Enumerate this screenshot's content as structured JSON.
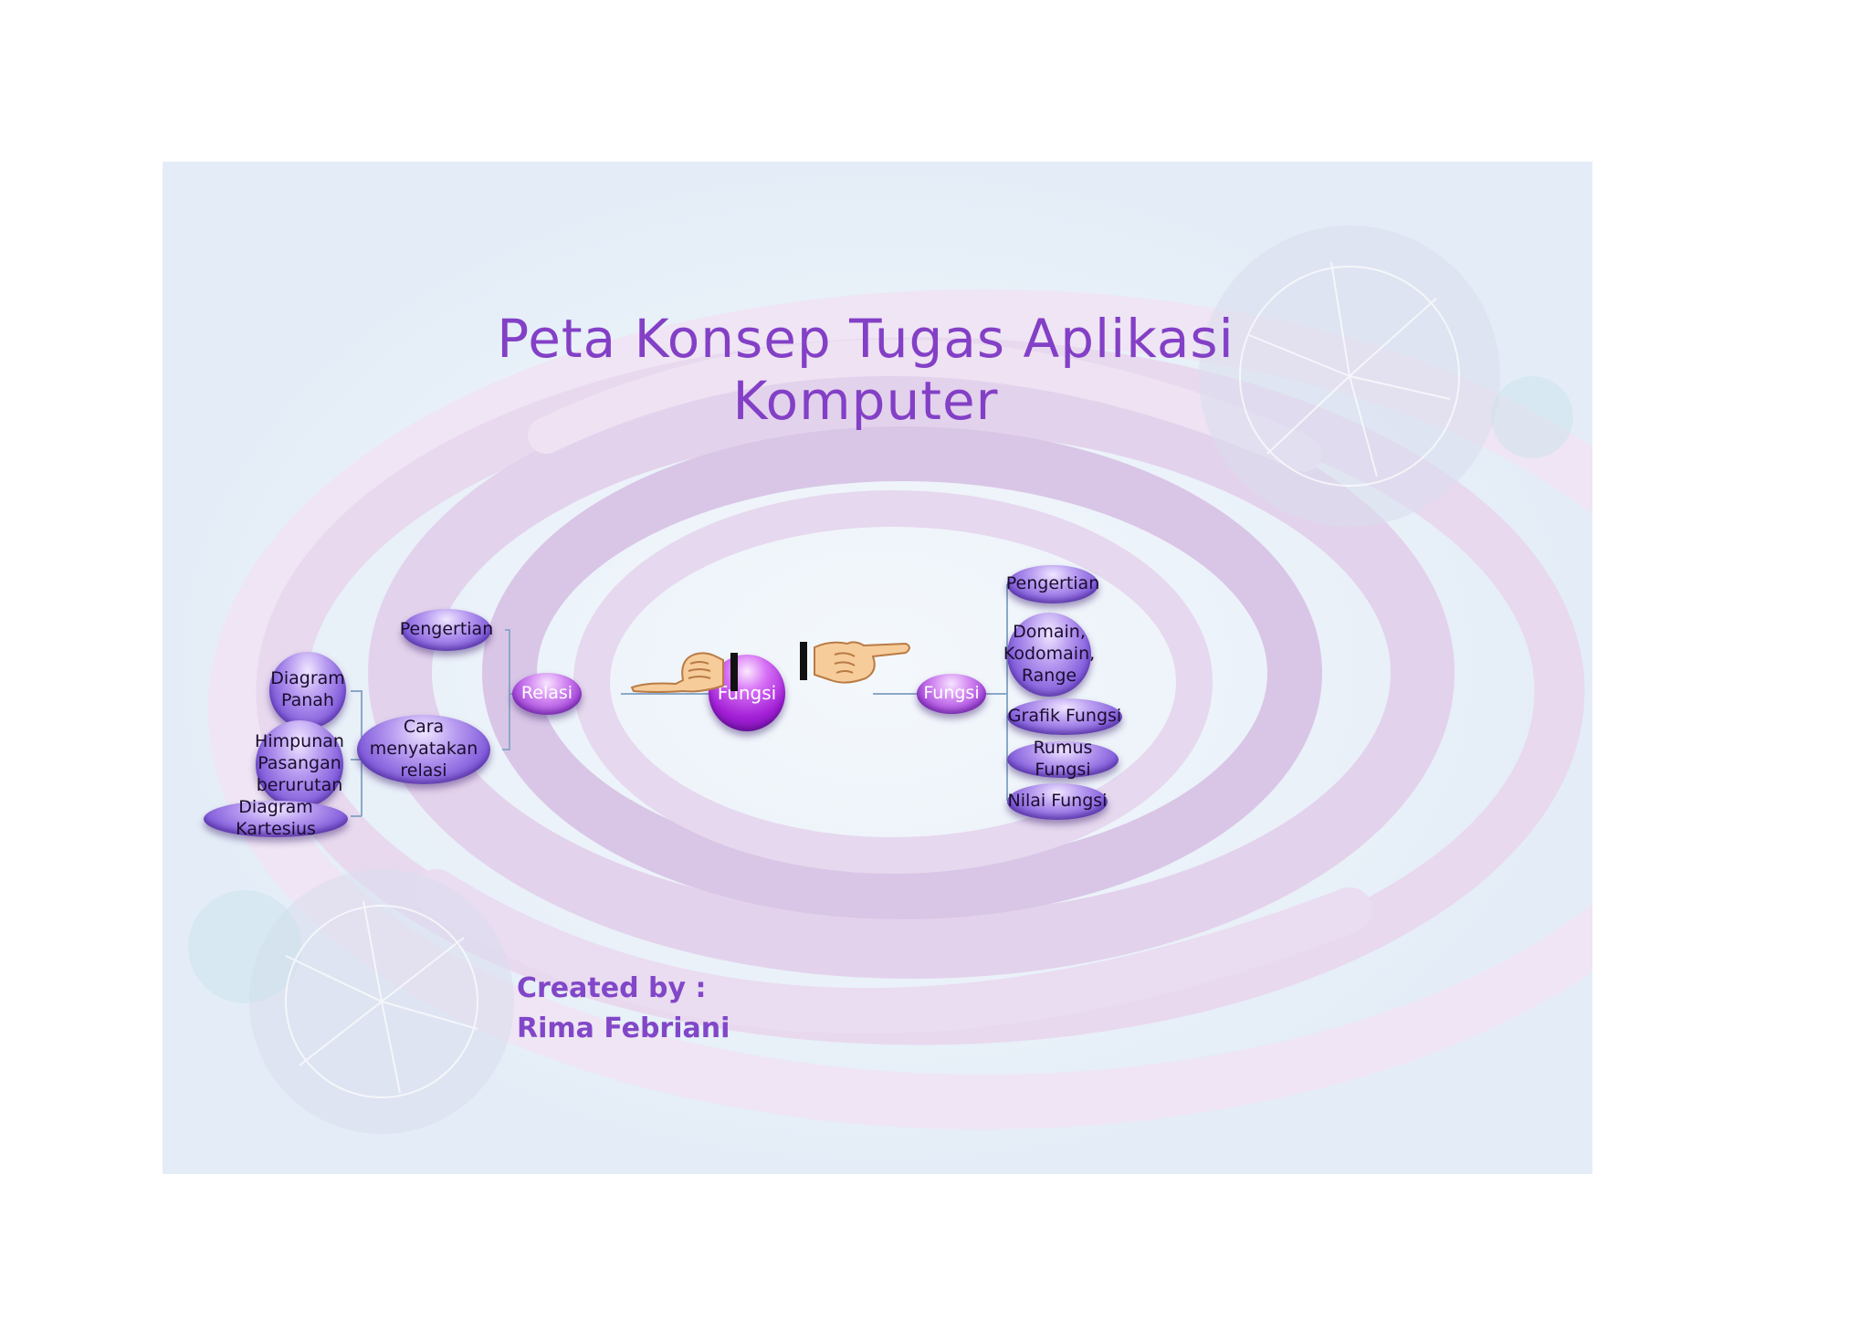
{
  "title": "Peta Konsep Tugas Aplikasi Komputer",
  "center": {
    "label": "Fungsi"
  },
  "left_branch": {
    "label": "Relasi",
    "children": [
      {
        "label": "Pengertian"
      },
      {
        "label": "Cara menyatakan\nrelasi",
        "children": [
          {
            "label": "Diagram\nPanah"
          },
          {
            "label": "Himpunan\nPasangan\nberurutan"
          },
          {
            "label": "Diagram Kartesius"
          }
        ]
      }
    ]
  },
  "right_branch": {
    "label": "Fungsi",
    "children": [
      {
        "label": "Pengertian"
      },
      {
        "label": "Domain,\nKodomain,\nRange"
      },
      {
        "label": "Grafik Fungsi"
      },
      {
        "label": "Rumus Fungsi"
      },
      {
        "label": "Nilai Fungsi"
      }
    ]
  },
  "credit": {
    "line1": "Created by :",
    "line2": "Rima Febriani"
  },
  "colors": {
    "title": "#8340c6",
    "node": "#7b55d8",
    "center": "#a21fd6",
    "connector": "#8aa8c8"
  },
  "icons": [
    "pointing-hand-right-icon",
    "pointing-hand-left-icon"
  ]
}
